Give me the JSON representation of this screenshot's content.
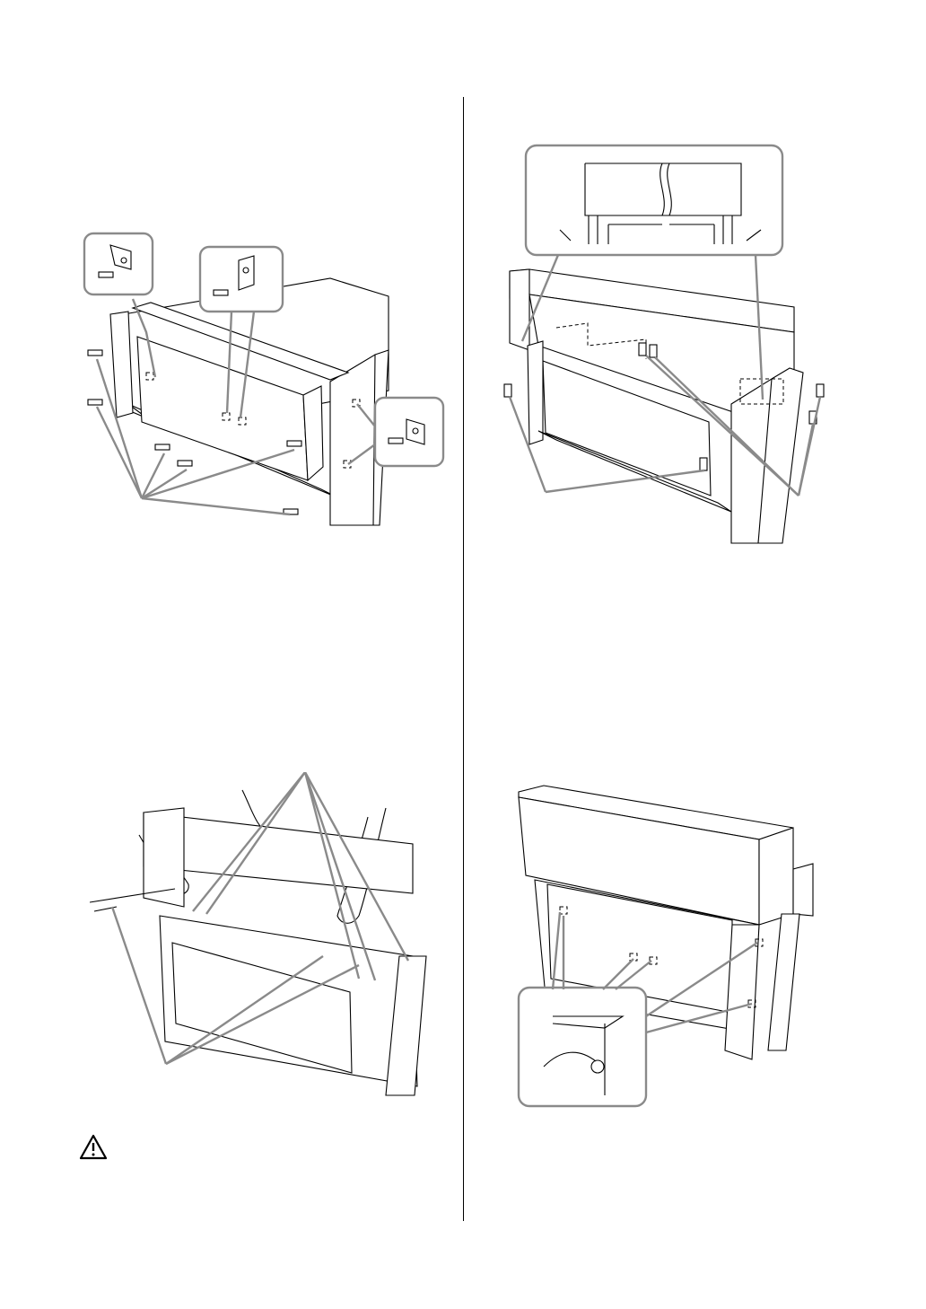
{
  "page": {
    "figures": [
      {
        "id": "fig-1",
        "icons": [
          "bracket-icon",
          "screw-icon"
        ]
      },
      {
        "id": "fig-2",
        "icons": [
          "bracket-icon",
          "screw-icon"
        ]
      },
      {
        "id": "fig-3",
        "icons": [
          "hand-icon"
        ]
      },
      {
        "id": "fig-4",
        "icons": [
          "screw-icon",
          "cable-icon"
        ]
      }
    ],
    "warning": {
      "icon": "caution-triangle-icon"
    }
  },
  "colors": {
    "line": "#000000",
    "leader": "#8a8a8a",
    "background": "#ffffff"
  }
}
